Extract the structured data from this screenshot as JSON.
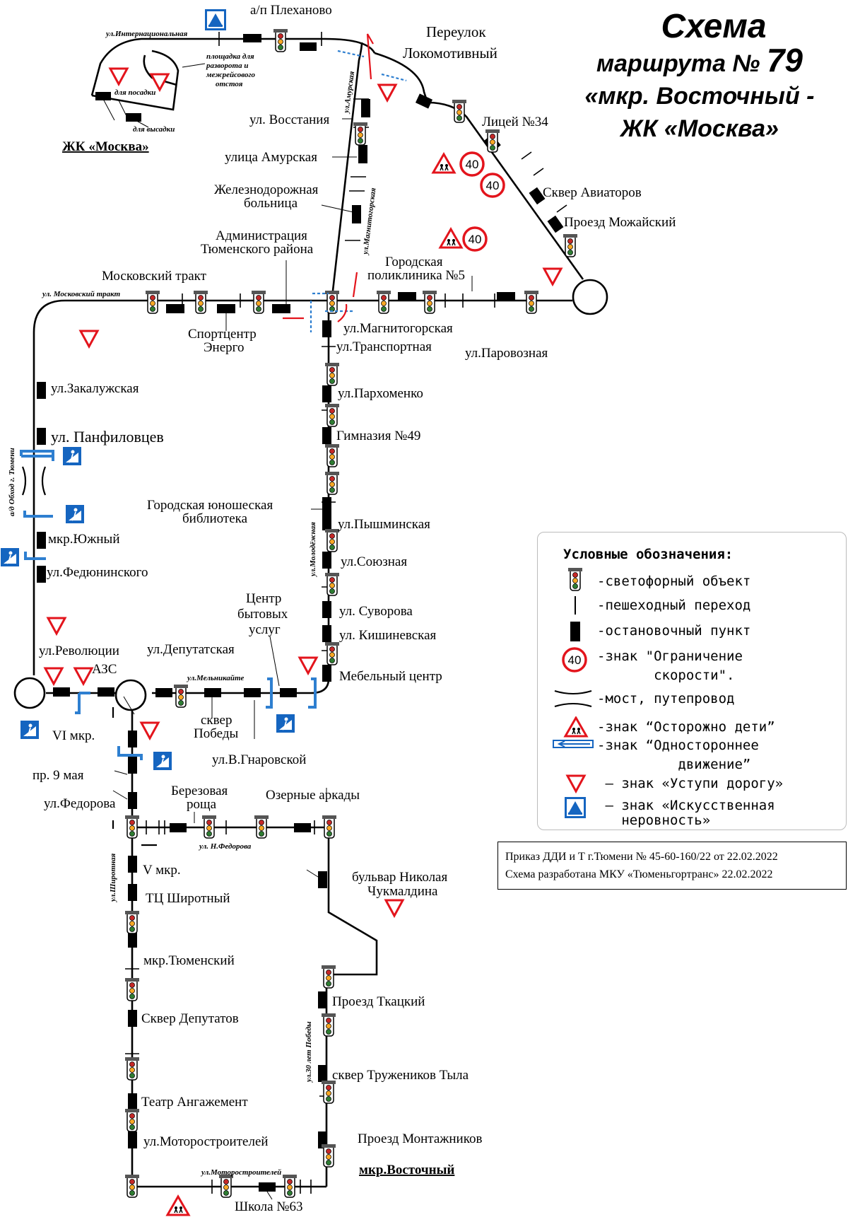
{
  "title": {
    "line1": "Схема",
    "line2_prefix": "маршрута № ",
    "route_number": "79",
    "line3": "«мкр. Восточный -",
    "line4": "ЖК «Москва»"
  },
  "termini": {
    "north": "ЖК «Москва»",
    "south": "мкр.Восточный"
  },
  "streets": {
    "internatsionalnaya": "ул.Интернациональная",
    "amurskaya": "ул.Амурская",
    "magnitogorskaya": "ул.Магнитогорская",
    "moskovsky_trakt": "ул. Московский тракт",
    "obkhod": "а/д Обход г. Тюмени",
    "molodezhnaya": "ул.Молодёжная",
    "melnikaite": "ул.Мельникайте",
    "n_fedorova": "ул. Н.Федорова",
    "shirotnaya": "ул.Широтная",
    "let30_pobedy": "ул.30 лет Победы",
    "motorostroiteley": "ул.Моторостроителей"
  },
  "notes": {
    "turnaround": [
      "площадка для",
      "разворота и",
      "межрейсового",
      "отстоя"
    ],
    "boarding": "для посадки",
    "alighting": "для высадки"
  },
  "stops": {
    "plekhanovo": "а/п Плеханово",
    "pereulok": [
      "Переулок",
      "Локомотивный"
    ],
    "litsey34": "Лицей №34",
    "vosstaniya": "ул. Восстания",
    "amurskaya": "улица Амурская",
    "zhd_bolnitsa": [
      "Железнодорожная",
      "больница"
    ],
    "skver_aviatorov": "Сквер Авиаторов",
    "proezd_mozhaisky": "Проезд Можайский",
    "administratsiya": [
      "Администрация",
      "Тюменского района"
    ],
    "poliklinika": [
      "Городская",
      "поликлиника №5"
    ],
    "moskovsky_trakt": "Московский тракт",
    "sportcentr": [
      "Спортцентр",
      "Энерго"
    ],
    "magnitogorskaya": "ул.Магнитогорская",
    "transportnaya": "ул.Транспортная",
    "parovoznaya": "ул.Паровозная",
    "zakaluzhskaya": "ул.Закалужская",
    "pankhomenko": "ул.Пархоменко",
    "panfilovtsev": "ул. Панфиловцев",
    "gimnaziya49": "Гимназия №49",
    "biblioteka": [
      "Городская юношеская",
      "библиотека"
    ],
    "pyshminskaya": "ул.Пышминская",
    "yuzhny": "мкр.Южный",
    "soyuznaya": "ул.Союзная",
    "fedyuninskogo": "ул.Федюнинского",
    "suvorova": "ул. Суворова",
    "kishinevskaya": "ул. Кишиневская",
    "tsentr_bytovykh": [
      "Центр",
      "бытовых",
      "услуг"
    ],
    "mebelny": "Мебельный центр",
    "revolyutsii": "ул.Революции",
    "azs": "АЗС",
    "deputatskaya": "ул.Депутатская",
    "skver_pobedy": [
      "сквер",
      "Победы"
    ],
    "gnarovskoy": "ул.В.Гнаровской",
    "vi_mkr": "VI мкр.",
    "pr_9_maya": "пр. 9 мая",
    "fedorova": "ул.Федорова",
    "berezovaya": [
      "Березовая",
      "роща"
    ],
    "ozernye": "Озерные аркады",
    "v_mkr": "V мкр.",
    "tc_shirotny": "ТЦ Широтный",
    "bulvar": [
      "бульвар Николая",
      "Чукмалдина"
    ],
    "mkr_tyumensky": "мкр.Тюменский",
    "proezd_tkatsky": "Проезд Ткацкий",
    "skver_deputatov": "Сквер Депутатов",
    "skver_truzhenikov": "сквер Тружеников Тыла",
    "teatr": "Театр Ангажемент",
    "motorostroiteley": "ул.Моторостроителей",
    "proezd_montazhnikov": "Проезд Монтажников",
    "shkola63": "Школа №63"
  },
  "speed_limit": "40",
  "legend": {
    "title": "Условные обозначения:",
    "items": [
      {
        "icon": "traffic-light-icon",
        "text": "-светофорный объект"
      },
      {
        "icon": "crosswalk-icon",
        "text": "-пешеходный переход"
      },
      {
        "icon": "bus-stop-icon",
        "text": "-остановочный пункт"
      },
      {
        "icon": "speed-limit-icon",
        "text": "-знак \"Ограничение\n       скорости\"."
      },
      {
        "icon": "bridge-icon",
        "text": "-мост, путепровод"
      },
      {
        "icon": "children-sign-icon",
        "text": "-знак “Осторожно дети”"
      },
      {
        "icon": "one-way-sign-icon",
        "text": "-знак “Одностороннее\n          движение”"
      },
      {
        "icon": "yield-sign-icon",
        "text": " – знак «Уступи дорогу»"
      },
      {
        "icon": "speed-bump-icon",
        "text": " – знак «Искусственная\n   неровность»"
      }
    ]
  },
  "order": {
    "line1": "Приказ ДДИ и Т г.Тюмени № 45-60-160/22 от 22.02.2022",
    "line2": "Схема разработана МКУ «Тюменьгортранс» 22.02.2022"
  },
  "colors": {
    "route": "#000000",
    "sign_red": "#e3141c",
    "sign_blue": "#1565c0",
    "pedestrian_blue": "#2e7fd0",
    "traffic_light_green": "#2e7d32"
  }
}
